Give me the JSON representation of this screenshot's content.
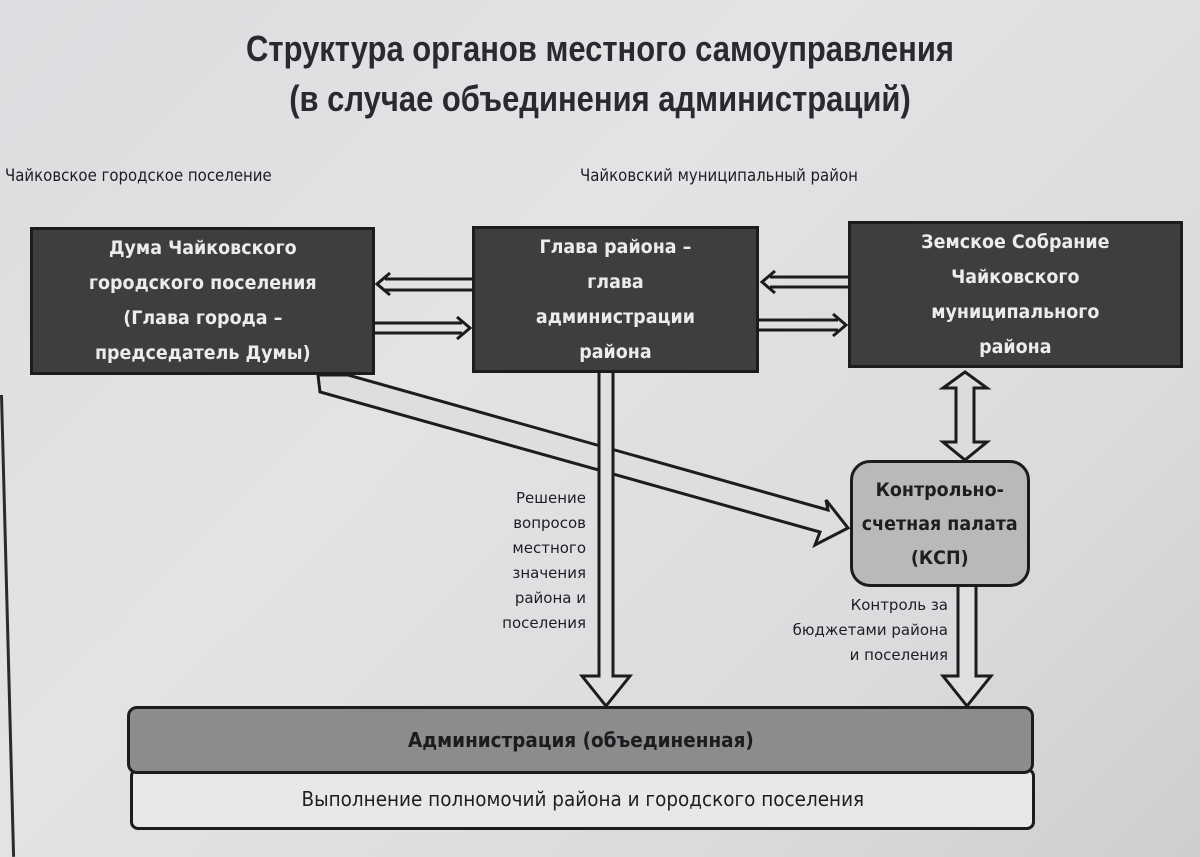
{
  "title": {
    "line1": "Структура органов местного самоуправления",
    "line2": "(в случае объединения администраций)"
  },
  "sections": {
    "left": "Чайковское городское поселение",
    "right": "Чайковский муниципальный район"
  },
  "nodes": {
    "duma": "Дума Чайковского\nгородского поселения\n(Глава города –\nпредседатель Думы)",
    "glava": "Глава района –\nглава\nадминистрации\nрайона",
    "zemskoe": "Земское Собрание\nЧайковского\nмуниципального\nрайона",
    "ksp": "Контрольно-\nсчетная палата\n(КСП)",
    "admin": "Администрация (объединенная)",
    "execution": "Выполнение полномочий района и городского поселения"
  },
  "edge_labels": {
    "glava_to_admin": "Решение\nвопросов\nместного\nзначения\nрайона и\nпоселения",
    "ksp_to_admin": "Контроль за\nбюджетами района\nи поселения"
  },
  "colors": {
    "dark_box": "#3f3d40",
    "ksp_box": "#b9b8ba",
    "admin_box": "#8c8b8e",
    "background": "#dcdde0"
  }
}
